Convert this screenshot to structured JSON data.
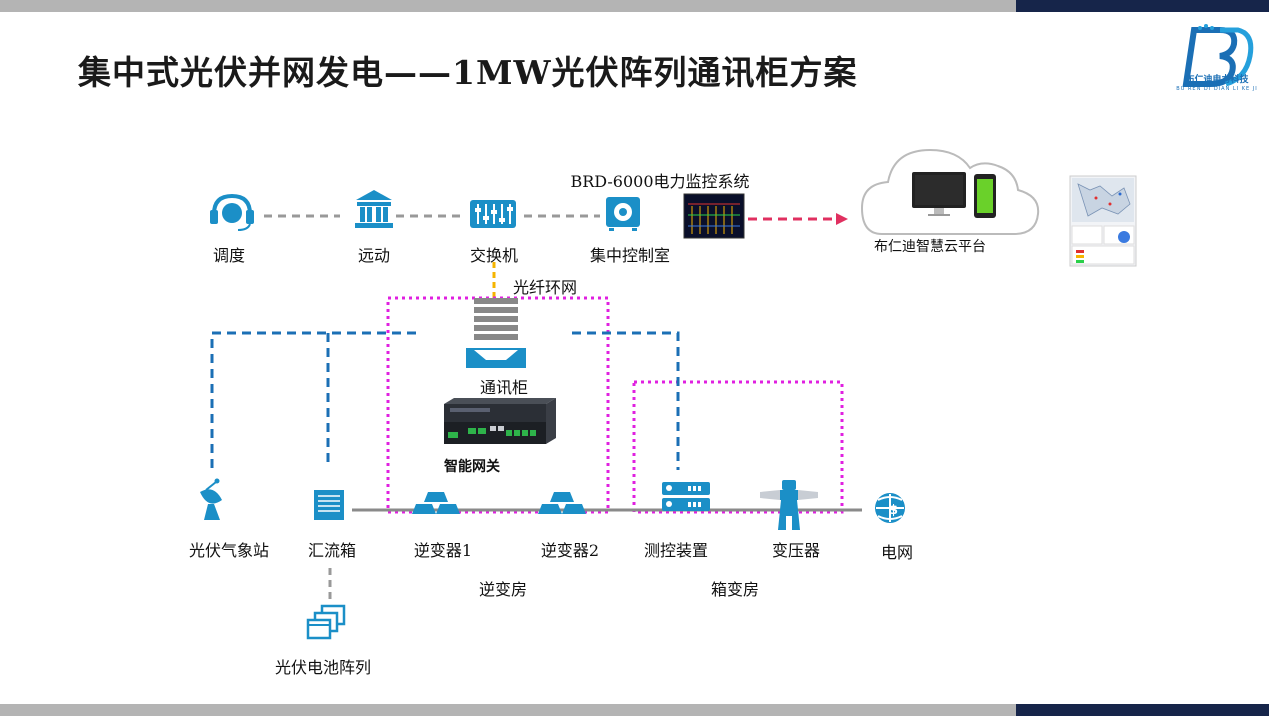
{
  "title": "集中式光伏并网发电——1MW光伏阵列通讯柜方案",
  "logo": {
    "cn": "布仁迪电力科技",
    "en": "BU REN DI DIAN LI KE JI",
    "primary": "#1b6fb5"
  },
  "colors": {
    "icon": "#1b8fc7",
    "dash_gray": "#999999",
    "dash_blue": "#1b6fb5",
    "dash_magenta": "#e020e0",
    "dash_red": "#e03060",
    "fiber_yellow": "#f5b400",
    "line_solid": "#8a8a8a"
  },
  "top_row": {
    "dispatch": "调度",
    "telecontrol": "远动",
    "switch": "交换机",
    "control_room": "集中控制室",
    "monitoring_system": "BRD-6000电力监控系统"
  },
  "cloud": {
    "label": "布仁迪智慧云平台"
  },
  "fiber_ring": "光纤环网",
  "comm_cabinet": "通讯柜",
  "gateway": "智能网关",
  "bottom_row": {
    "weather_station": "光伏气象站",
    "combiner_box": "汇流箱",
    "inverter1": "逆变器1",
    "inverter2": "逆变器2",
    "measure_control": "测控装置",
    "transformer": "变压器",
    "grid": "电网"
  },
  "pv_array": "光伏电池阵列",
  "rooms": {
    "inverter_room": "逆变房",
    "box_transformer_room": "箱变房"
  }
}
